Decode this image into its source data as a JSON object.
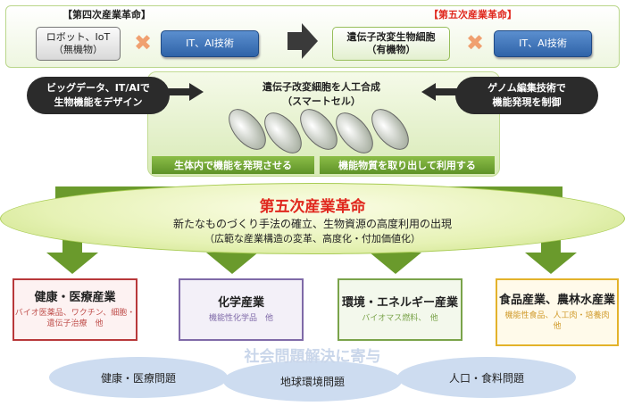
{
  "top": {
    "fourth_label": "【第四次産業革命】",
    "fifth_label": "【第五次産業革命】",
    "robot_iot": "ロボット、IoT",
    "inorganic": "（無機物）",
    "it_ai_left": "IT、AI技術",
    "gm_cells": "遺伝子改変生物細胞",
    "organic": "（有機物）",
    "it_ai_right": "IT、AI技術"
  },
  "middle": {
    "left_oval_l1": "ビッグデータ、IT/AIで",
    "left_oval_l2": "生物機能をデザイン",
    "center_title_l1": "遺伝子改変細胞を人工合成",
    "center_title_l2": "（スマートセル）",
    "right_oval_l1": "ゲノム編集技術で",
    "right_oval_l2": "機能発現を制御",
    "label_left": "生体内で機能を発現させる",
    "label_right": "機能物質を取り出して利用する"
  },
  "revolution": {
    "title": "第五次産業革命",
    "line1": "新たなものづくり手法の確立、生物資源の高度利用の出現",
    "line2": "（広範な産業構造の変革、高度化・付加価値化）"
  },
  "industries": [
    {
      "name": "健康・医療産業",
      "sub": "バイオ医薬品、ワクチン、細胞・遺伝子治療　他"
    },
    {
      "name": "化学産業",
      "sub": "機能性化学品　他"
    },
    {
      "name": "環境・エネルギー産業",
      "sub": "バイオマス燃料、　他"
    },
    {
      "name": "食品産業、農林水産業",
      "sub": "機能性食品、人工肉・培養肉　他"
    }
  ],
  "social": {
    "title": "社会問題解決に寄与",
    "problems": [
      "健康・医療問題",
      "地球環境問題",
      "人口・食料問題"
    ]
  },
  "colors": {
    "accent_red": "#e0281e",
    "arrow_green": "#6a9a2c",
    "box_blue": "#2f63a8",
    "ind_health": "#b8383a",
    "ind_chem": "#7f6aa8",
    "ind_env": "#7aa34a",
    "ind_food": "#e3b22a"
  }
}
